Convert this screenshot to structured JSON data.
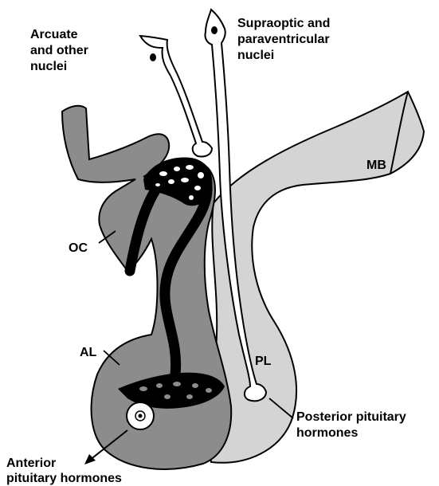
{
  "labels": {
    "arcuate": [
      "Arcuate",
      "and other",
      "nuclei"
    ],
    "supraoptic": [
      "Supraoptic and",
      "paraventricular",
      "nuclei"
    ],
    "mb": "MB",
    "oc": "OC",
    "al": "AL",
    "pl": "PL",
    "posterior": [
      "Posterior pituitary",
      "hormones"
    ],
    "anterior": [
      "Anterior",
      "pituitary hormones"
    ]
  },
  "colors": {
    "dark_gray": "#8c8c8c",
    "light_gray": "#d4d4d4",
    "outline": "#000000",
    "background": "#ffffff"
  }
}
